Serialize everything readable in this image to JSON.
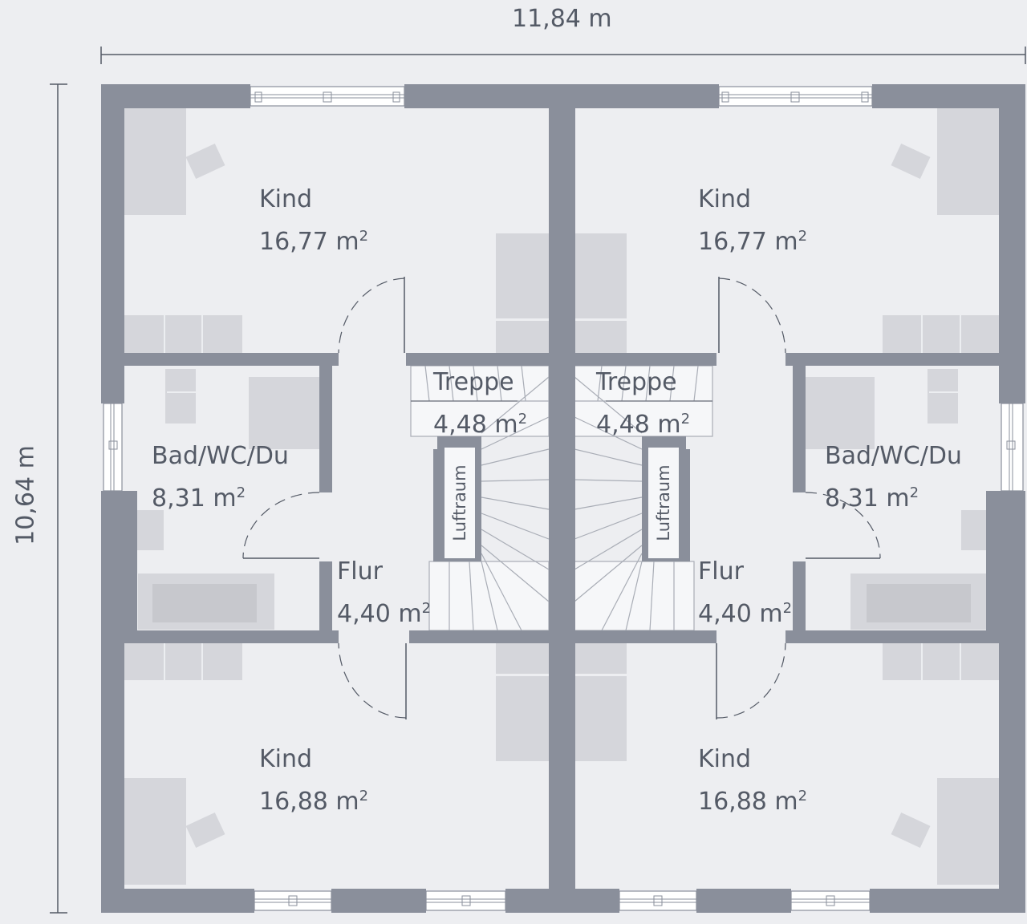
{
  "dimensions": {
    "width": "11,84 m",
    "height": "10,64 m"
  },
  "rooms": [
    {
      "name": "Kind",
      "area": "16,77 m",
      "unit_exp": "2"
    },
    {
      "name": "Kind",
      "area": "16,77 m",
      "unit_exp": "2"
    },
    {
      "name": "Bad/WC/Du",
      "area": "8,31 m",
      "unit_exp": "2"
    },
    {
      "name": "Bad/WC/Du",
      "area": "8,31 m",
      "unit_exp": "2"
    },
    {
      "name": "Treppe",
      "area": "4,48 m",
      "unit_exp": "2"
    },
    {
      "name": "Treppe",
      "area": "4,48 m",
      "unit_exp": "2"
    },
    {
      "name": "Flur",
      "area": "4,40 m",
      "unit_exp": "2"
    },
    {
      "name": "Flur",
      "area": "4,40 m",
      "unit_exp": "2"
    },
    {
      "name": "Kind",
      "area": "16,88 m",
      "unit_exp": "2"
    },
    {
      "name": "Kind",
      "area": "16,88 m",
      "unit_exp": "2"
    }
  ],
  "voids": [
    "Luftraum",
    "Luftraum"
  ],
  "colors": {
    "wall": "#8a8f9b",
    "floor": "#edeef1",
    "furniture": "#d5d6db",
    "text": "#545a66"
  }
}
